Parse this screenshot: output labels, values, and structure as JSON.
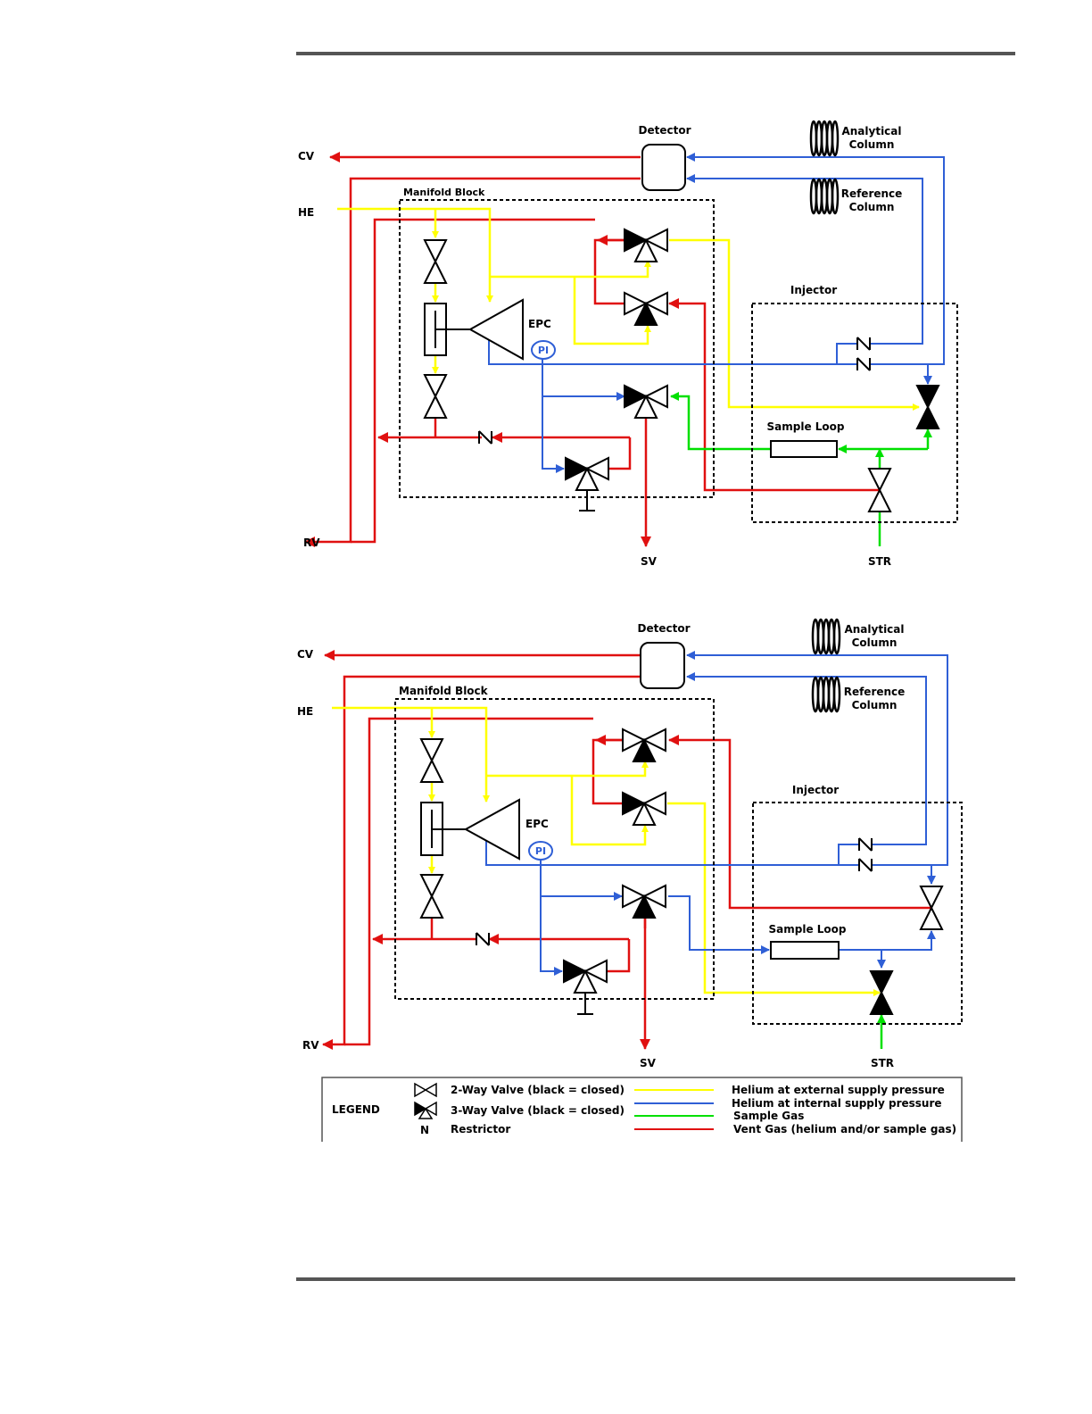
{
  "colors": {
    "external": "#ffff00",
    "internal": "#2f5fd6",
    "sample": "#00e000",
    "vent": "#e01010",
    "rule": "#555555"
  },
  "diagrams": [
    {
      "labels": {
        "detector": "Detector",
        "analytical": [
          "Analytical",
          "Column"
        ],
        "reference": [
          "Reference",
          "Column"
        ],
        "cv": "CV",
        "he": "HE",
        "rv": "RV",
        "sv": "SV",
        "str": "STR",
        "manifold": "Manifold Block",
        "epc": "EPC",
        "pi": "PI",
        "injector": "Injector",
        "sample_loop": "Sample Loop"
      }
    },
    {
      "labels": {
        "detector": "Detector",
        "analytical": [
          "Analytical",
          "Column"
        ],
        "reference": [
          "Reference",
          "Column"
        ],
        "cv": "CV",
        "he": "HE",
        "rv": "RV",
        "sv": "SV",
        "str": "STR",
        "manifold": "Manifold Block",
        "epc": "EPC",
        "pi": "PI",
        "injector": "Injector",
        "sample_loop": "Sample Loop"
      }
    }
  ],
  "legend": {
    "title": "LEGEND",
    "symbols": [
      {
        "icon": "two-way-valve-icon",
        "text": "2-Way Valve (black = closed)"
      },
      {
        "icon": "three-way-valve-icon",
        "text": "3-Way Valve (black = closed)"
      },
      {
        "icon": "restrictor-icon",
        "glyph": "N",
        "text": "Restrictor"
      }
    ],
    "lines": [
      {
        "color_key": "external",
        "text": "Helium at external supply pressure"
      },
      {
        "color_key": "internal",
        "text": "Helium at internal supply pressure"
      },
      {
        "color_key": "sample",
        "text": "Sample Gas"
      },
      {
        "color_key": "vent",
        "text": "Vent Gas (helium and/or sample gas)"
      }
    ]
  }
}
